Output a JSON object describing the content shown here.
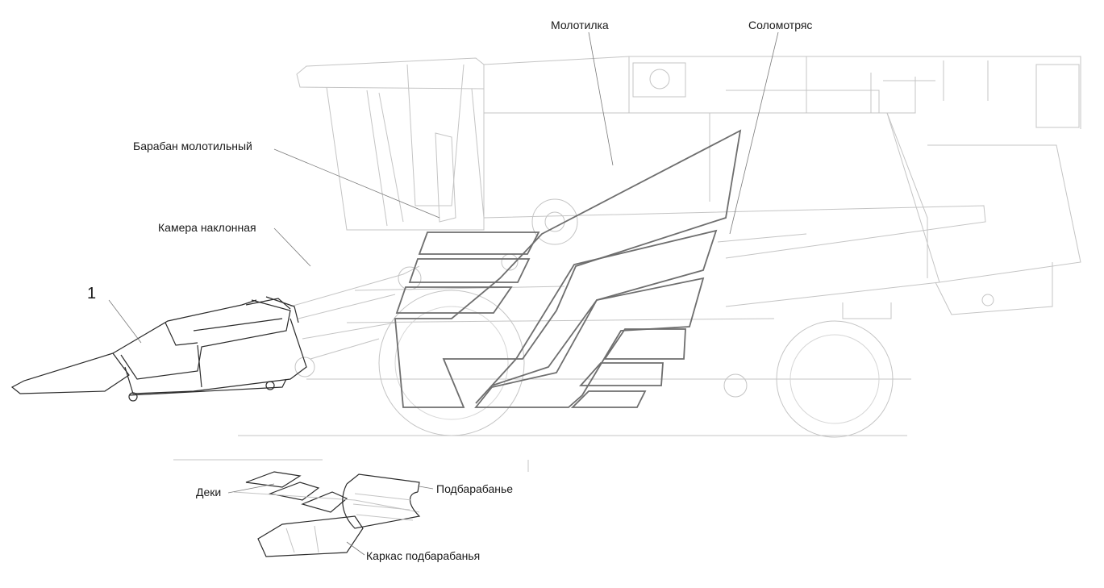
{
  "diagram": {
    "callout_number": "1",
    "labels": {
      "thresher": "Молотилка",
      "straw_walker": "Соломотряс",
      "threshing_drum": "Барабан молотильный",
      "feeder_chamber": "Камера наклонная",
      "concaves": "Деки",
      "drum_concave": "Подбарабанье",
      "concave_frame": "Каркас подбарабанья"
    }
  }
}
